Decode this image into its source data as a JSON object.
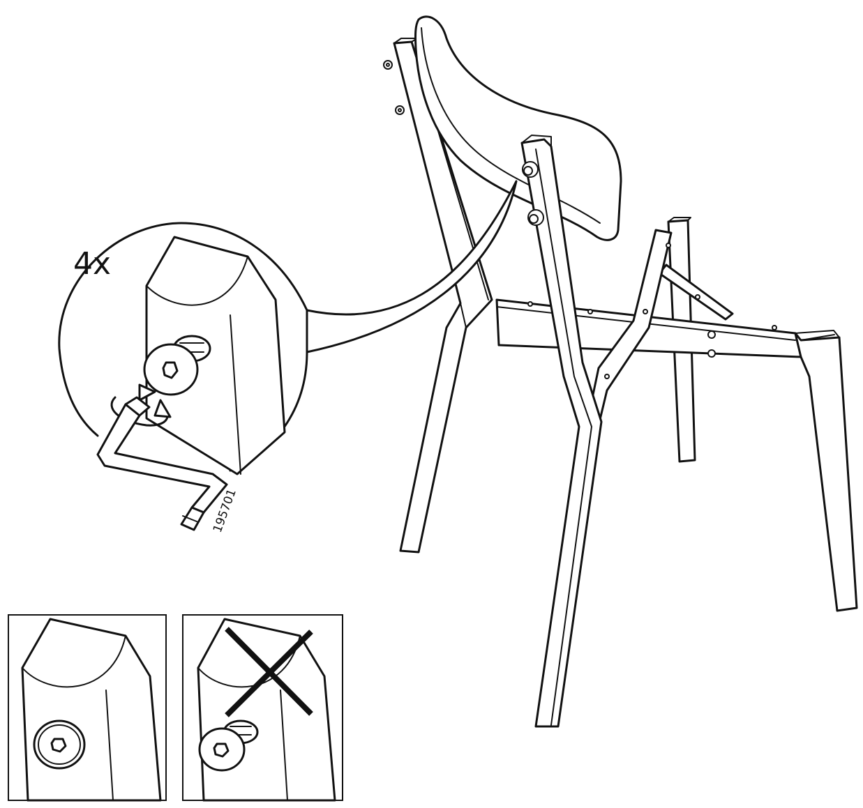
{
  "callout": {
    "quantity": "4x"
  },
  "article_number": "195701",
  "colors": {
    "line": "#111111",
    "background": "#ffffff"
  },
  "panels": {
    "correct": {
      "state": "bolt-flush"
    },
    "incorrect": {
      "state": "bolt-protruding",
      "mark": "x-cross-icon"
    }
  }
}
